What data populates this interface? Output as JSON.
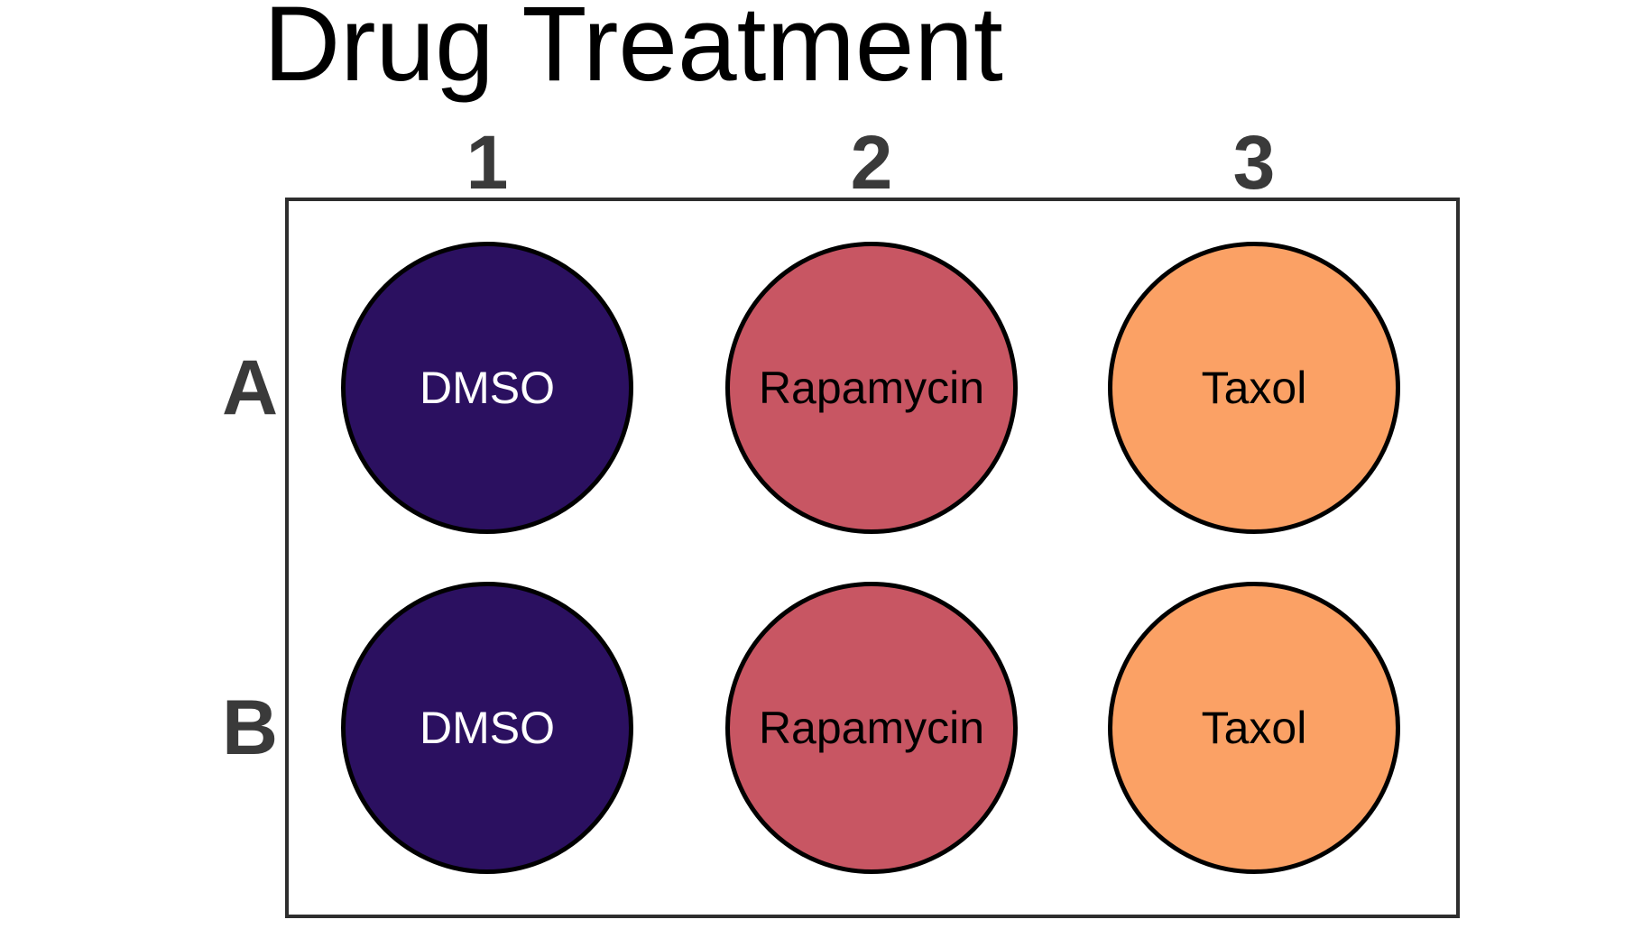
{
  "title": "Drug Treatment",
  "plate": {
    "columns": [
      "1",
      "2",
      "3"
    ],
    "rows": [
      "A",
      "B"
    ],
    "wells": [
      {
        "id": "A1",
        "row": "A",
        "column": "1",
        "label": "DMSO",
        "fill": "#2b1060",
        "label_color": "#ffffff"
      },
      {
        "id": "A2",
        "row": "A",
        "column": "2",
        "label": "Rapamycin",
        "fill": "#c85663",
        "label_color": "#000000"
      },
      {
        "id": "A3",
        "row": "A",
        "column": "3",
        "label": "Taxol",
        "fill": "#fba165",
        "label_color": "#000000"
      },
      {
        "id": "B1",
        "row": "B",
        "column": "1",
        "label": "DMSO",
        "fill": "#2b1060",
        "label_color": "#ffffff"
      },
      {
        "id": "B2",
        "row": "B",
        "column": "2",
        "label": "Rapamycin",
        "fill": "#c85663",
        "label_color": "#000000"
      },
      {
        "id": "B3",
        "row": "B",
        "column": "3",
        "label": "Taxol",
        "fill": "#fba165",
        "label_color": "#000000"
      }
    ]
  },
  "colors": {
    "background": "#ffffff",
    "title": "#000000",
    "axis_labels": "#3a3a3a",
    "plate_border": "#2e2e2e",
    "well_outline": "#000000",
    "dmso_fill": "#2b1060",
    "rapamycin_fill": "#c85663",
    "taxol_fill": "#fba165"
  },
  "chart_data": {
    "type": "heatmap",
    "title": "Drug Treatment",
    "rows": [
      "A",
      "B"
    ],
    "columns": [
      "1",
      "2",
      "3"
    ],
    "values": [
      [
        "DMSO",
        "Rapamycin",
        "Taxol"
      ],
      [
        "DMSO",
        "Rapamycin",
        "Taxol"
      ]
    ],
    "cell_colors": [
      [
        "#2b1060",
        "#c85663",
        "#fba165"
      ],
      [
        "#2b1060",
        "#c85663",
        "#fba165"
      ]
    ],
    "marker": "circle",
    "grid": false,
    "legend_position": "none"
  }
}
